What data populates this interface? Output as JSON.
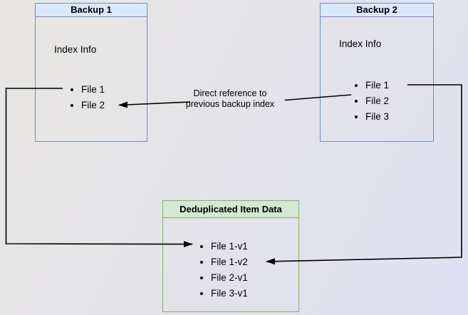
{
  "nodes": {
    "backup1": {
      "title": "Backup 1",
      "body_heading": "Index Info",
      "files": [
        "File 1",
        "File 2"
      ]
    },
    "backup2": {
      "title": "Backup 2",
      "body_heading": "Index Info",
      "files": [
        "File 1",
        "File 2",
        "File 3"
      ]
    },
    "dedup": {
      "title": "Deduplicated Item Data",
      "items": [
        "File 1-v1",
        "File 1-v2",
        "File 2-v1",
        "File 3-v1"
      ]
    }
  },
  "annotation": {
    "text": "Direct reference to\nprevious backup index"
  },
  "colors": {
    "blue_header_fill": "#dae8fc",
    "blue_border": "#6c8ebf",
    "green_header_fill": "#d5e8d4",
    "green_border": "#82b366",
    "arrow": "#000000",
    "background_left": "#e9e7e3",
    "background_right": "#dee0f2"
  }
}
